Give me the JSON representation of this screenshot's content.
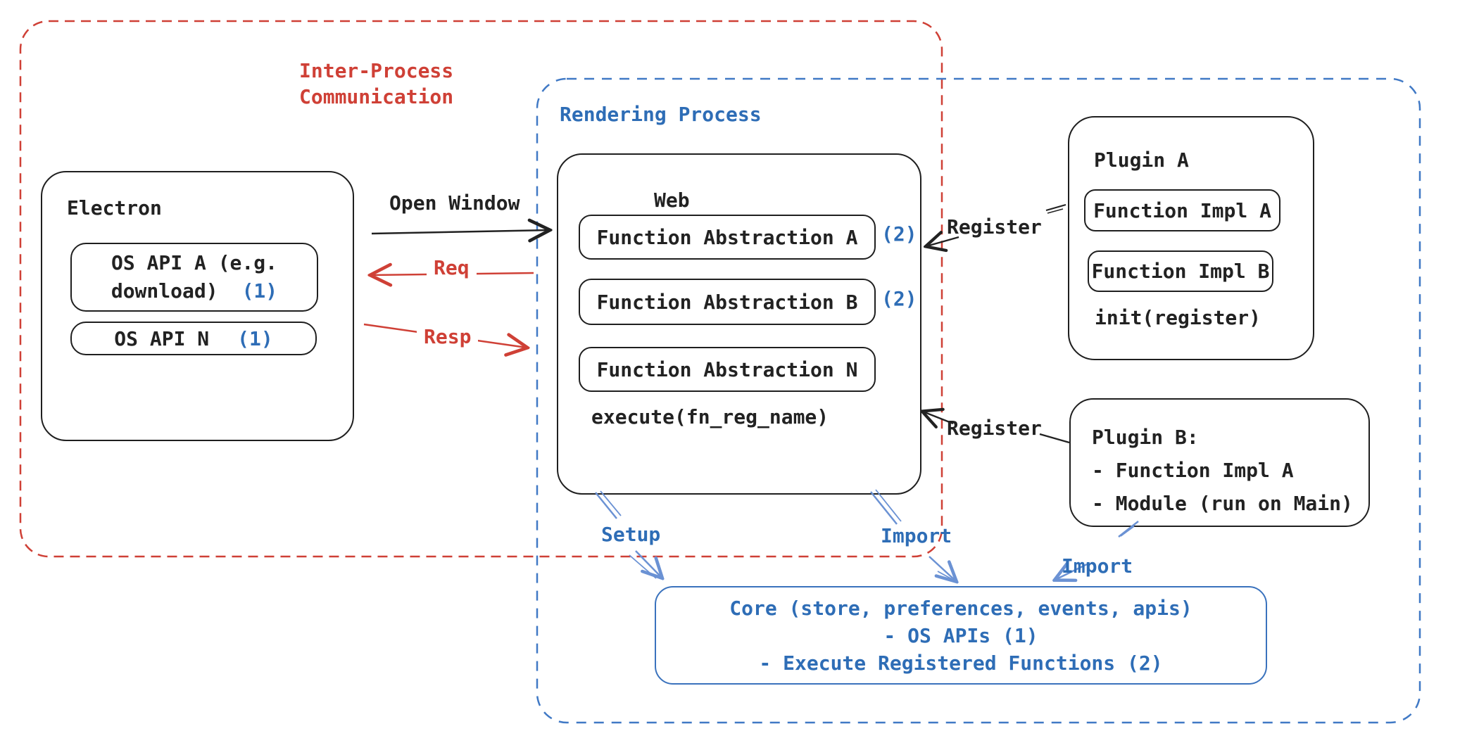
{
  "colors": {
    "red": "#cf4036",
    "blue": "#2e6db6",
    "light_blue_arrow": "#6b92d4",
    "core_border_blue": "#3a72bd",
    "dashed_blue": "#4079c5",
    "black": "#222222"
  },
  "regions": {
    "ipc_label": "Inter-Process\nCommunication",
    "rendering_label": "Rendering Process"
  },
  "electron": {
    "title": "Electron",
    "api_a_line1": "OS API A (e.g.",
    "api_a_line2": "download)",
    "api_a_note": "(1)",
    "api_n_label": "OS API N",
    "api_n_note": "(1)"
  },
  "web": {
    "title": "Web",
    "fa_a": "Function Abstraction A",
    "fa_a_note": "(2)",
    "fa_b": "Function Abstraction B",
    "fa_b_note": "(2)",
    "fa_n": "Function Abstraction N",
    "footer": "execute(fn_reg_name)"
  },
  "plugin_a": {
    "title": "Plugin A",
    "impl_a": "Function Impl A",
    "impl_b": "Function Impl B",
    "footer": "init(register)"
  },
  "plugin_b": {
    "title": "Plugin B:",
    "line1": "- Function Impl A",
    "line2": "- Module (run on Main)"
  },
  "core": {
    "line1": "Core (store, preferences, events, apis)",
    "line2": "- OS APIs (1)",
    "line3": "- Execute Registered Functions (2)"
  },
  "arrows": {
    "open_window": "Open Window",
    "req": "Req",
    "resp": "Resp",
    "register_top": "Register",
    "register_bottom": "Register",
    "setup": "Setup",
    "import_web": "Import",
    "import_plugin": "Import"
  }
}
